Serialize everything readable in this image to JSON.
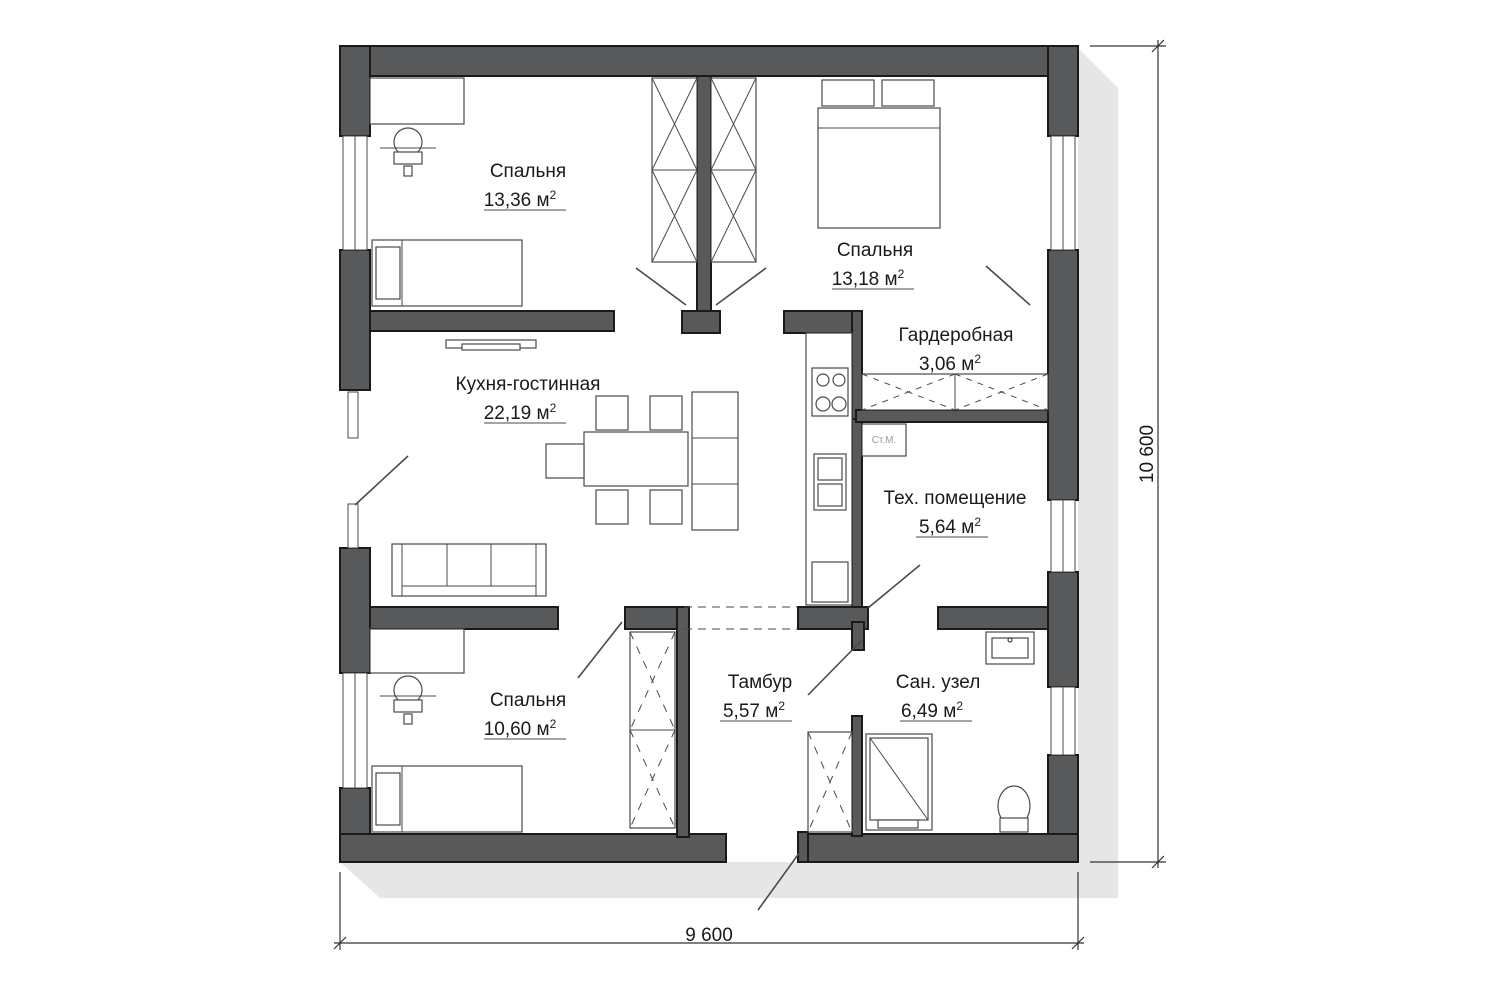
{
  "plan": {
    "dimensions": {
      "width_label": "9 600",
      "height_label": "10 600"
    },
    "rooms": [
      {
        "name": "Спальня",
        "area": "13,36 м",
        "sup": "2"
      },
      {
        "name": "Спальня",
        "area": "13,18 м",
        "sup": "2"
      },
      {
        "name": "Гардеробная",
        "area": "3,06 м",
        "sup": "2"
      },
      {
        "name": "Кухня-гостинная",
        "area": "22,19 м",
        "sup": "2"
      },
      {
        "name": "Тех. помещение",
        "area": "5,64 м",
        "sup": "2"
      },
      {
        "name": "Спальня",
        "area": "10,60 м",
        "sup": "2"
      },
      {
        "name": "Тамбур",
        "area": "5,57 м",
        "sup": "2"
      },
      {
        "name": "Сан. узел",
        "area": "6,49 м",
        "sup": "2"
      }
    ],
    "appliance_label": "Ст.М.",
    "colors": {
      "wall": "#58595b",
      "shadow": "#e6e6e6",
      "line": "#4a4a4a"
    }
  }
}
